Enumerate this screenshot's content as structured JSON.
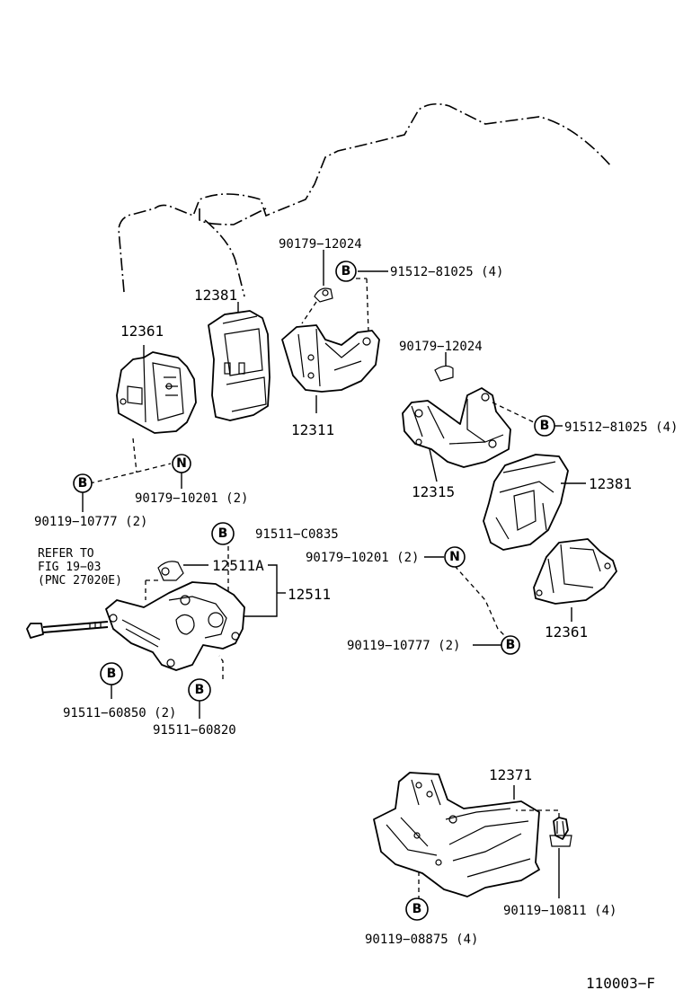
{
  "labels": {
    "p12361_a": "12361",
    "p12381_a": "12381",
    "p90179_12024_a": "90179−12024",
    "p91512_81025_a": "91512−81025 (4)",
    "p12311": "12311",
    "p90179_12024_b": "90179−12024",
    "p91512_81025_b": "91512−81025 (4)",
    "p12315": "12315",
    "p12381_b": "12381",
    "p90179_10201_a": "90179−10201 (2)",
    "p90119_10777_a": "90119−10777 (2)",
    "p91511_c0835": "91511−C0835",
    "refer1": "REFER TO",
    "refer2": "FIG 19−03",
    "refer3": "(PNC 27020E)",
    "p12511a": "12511A",
    "p12511": "12511",
    "p90179_10201_b": "90179−10201 (2)",
    "p12361_b": "12361",
    "p90119_10777_b": "90119−10777 (2)",
    "p91511_60850": "91511−60850 (2)",
    "p91511_60820": "91511−60820",
    "p12371": "12371",
    "p90119_10811": "90119−10811 (4)",
    "p90119_08875": "90119−08875 (4)",
    "figure_code": "110003−F"
  },
  "markers": {
    "b": "B",
    "n": "N"
  }
}
